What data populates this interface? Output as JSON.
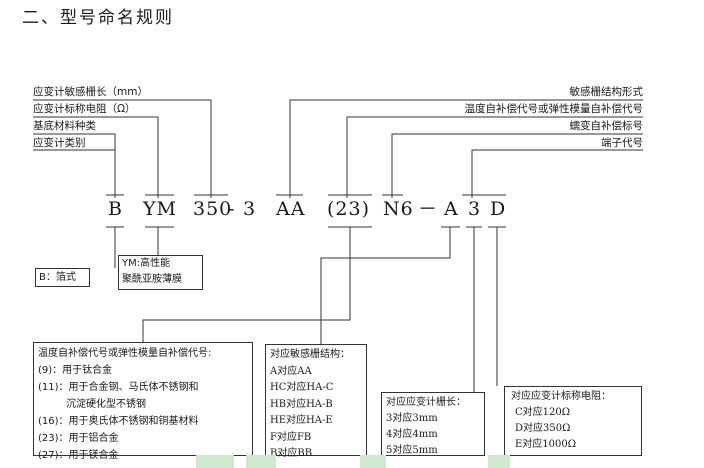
{
  "title": "二、型号命名规则",
  "left_labels": [
    "应变计敏感栅长（mm）",
    "应变计标称电阻（Ω）",
    "基底材料种类",
    "应变计类别"
  ],
  "right_labels": [
    "敏感栅结构形式",
    "温度自补偿代号或弹性模量自补偿代号",
    "蠕变自补偿标号",
    "端子代号"
  ],
  "code_parts": [
    "B",
    "YM",
    "350",
    "-",
    "3",
    "AA",
    "(23)",
    "N6",
    "－",
    "A",
    "3",
    "D"
  ],
  "box_b": "B：箔式",
  "box_ym": [
    "YM:高性能",
    "聚酰亚胺薄膜"
  ],
  "box_temp": {
    "title": "温度自补偿代号或弹性模量自补偿代号:",
    "items": [
      "(9)：用于钛合金",
      "(11)：用于合金钢、马氏体不锈钢和",
      "沉淀硬化型不锈钢",
      "(16)：用于奥氏体不锈钢和铜基材料",
      "(23)：用于铝合金",
      "(27)：用于镁合金"
    ]
  },
  "box_struct": {
    "title": "对应敏感栅结构：",
    "items": [
      "A对应AA",
      "HC对应HA-C",
      "HB对应HA-B",
      "HE对应HA-E",
      "F对应FB",
      "B对应BB"
    ]
  },
  "box_len": {
    "title": "对应应变计栅长：",
    "items": [
      "3对应3mm",
      "4对应4mm",
      "5对应5mm"
    ]
  },
  "box_res": {
    "title": "对应应变计标称电阻：",
    "items": [
      "C对应120Ω",
      "D对应350Ω",
      "E对应1000Ω"
    ]
  }
}
